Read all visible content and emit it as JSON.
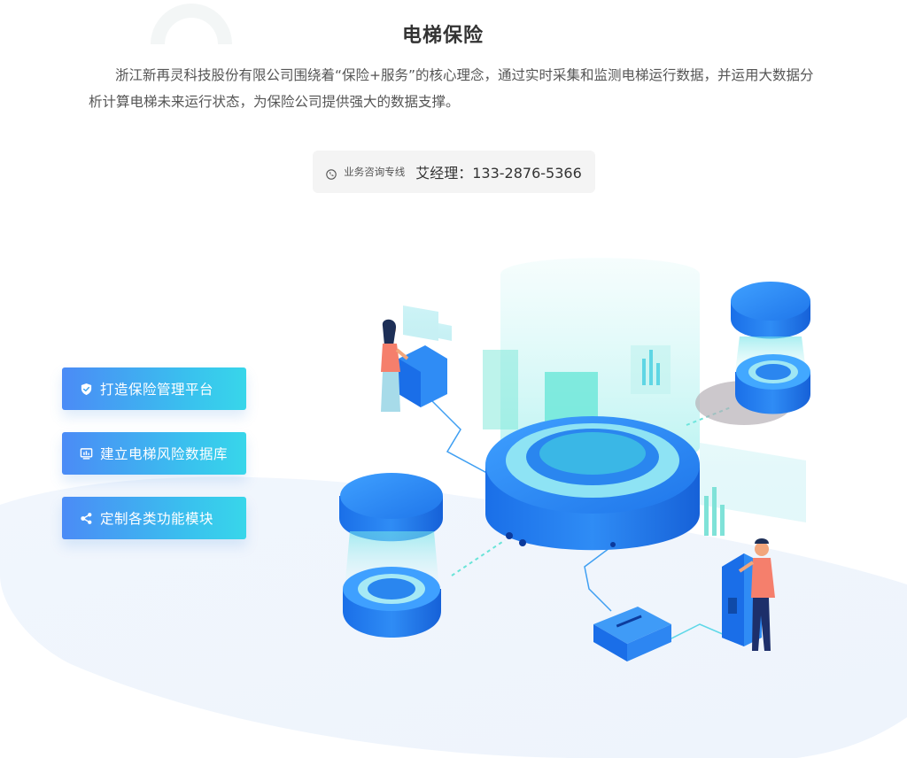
{
  "header": {
    "title": "电梯保险"
  },
  "intro": {
    "text": "浙江新再灵科技股份有限公司围绕着“保险+服务”的核心理念，通过实时采集和监测电梯运行数据，并运用大数据分析计算电梯未来运行状态，为保险公司提供强大的数据支撑。"
  },
  "contact": {
    "label": "业务咨询专线",
    "value": "艾经理：133-2876-5366",
    "icon": "phone-icon"
  },
  "features": [
    {
      "label": "打造保险管理平台",
      "icon": "shield-check-icon"
    },
    {
      "label": "建立电梯风险数据库",
      "icon": "monitor-chart-icon"
    },
    {
      "label": "定制各类功能模块",
      "icon": "share-nodes-icon"
    }
  ],
  "colors": {
    "accent_start": "#4b8bf6",
    "accent_end": "#38d6ea",
    "title": "#333333",
    "body_text": "#555555",
    "contact_bg": "#f4f4f4"
  }
}
